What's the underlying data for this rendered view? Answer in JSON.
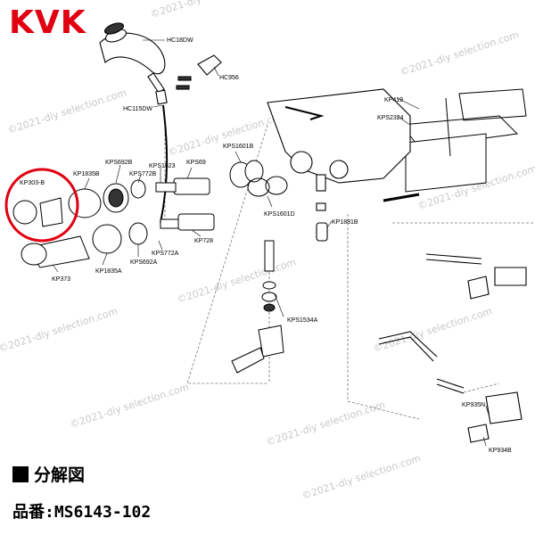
{
  "header": {
    "logo_text": "KVK",
    "logo_color": "#e00012"
  },
  "watermark": {
    "text": "©2021-diy selection.com"
  },
  "parts": [
    {
      "id": "HC18DW"
    },
    {
      "id": "HC956"
    },
    {
      "id": "HC115DW"
    },
    {
      "id": "KP419"
    },
    {
      "id": "KPS2324"
    },
    {
      "id": "KPS1601B"
    },
    {
      "id": "KPS69"
    },
    {
      "id": "KPS1523"
    },
    {
      "id": "KPS772B"
    },
    {
      "id": "KPS692B"
    },
    {
      "id": "KP1835B"
    },
    {
      "id": "KP303-B"
    },
    {
      "id": "KPS1601D"
    },
    {
      "id": "KP1881B"
    },
    {
      "id": "KP728"
    },
    {
      "id": "KPS772A"
    },
    {
      "id": "KPS692A"
    },
    {
      "id": "KP1835A"
    },
    {
      "id": "KP373"
    },
    {
      "id": "KPS1534A"
    },
    {
      "id": "KP935N"
    },
    {
      "id": "KP934B"
    }
  ],
  "highlight": {
    "part": "KP303-B",
    "color": "#e00012"
  },
  "footer": {
    "title": "分解図",
    "model": "品番:MS6143-102"
  }
}
